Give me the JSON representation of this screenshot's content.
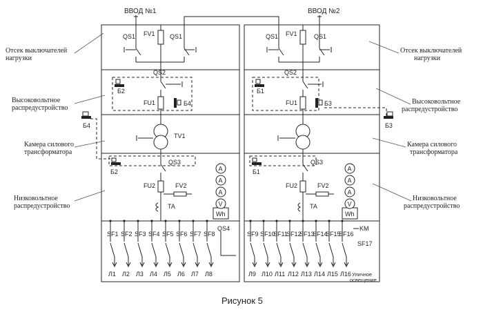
{
  "caption": "Рисунок 5",
  "inputs": [
    "ВВОД №1",
    "ВВОД №2"
  ],
  "left_annotations": [
    {
      "line1": "Отсек выключателей",
      "line2": "нагрузки"
    },
    {
      "line1": "Высоковольтное",
      "line2": "распредустройство"
    },
    {
      "line1": "Камера силового",
      "line2": "трансформатора"
    },
    {
      "line1": "Низковольтное",
      "line2": "распредустройство"
    }
  ],
  "right_annotations": [
    {
      "line1": "Отсек выключателей",
      "line2": "нагрузки"
    },
    {
      "line1": "Высоковольтное",
      "line2": "распредустройство"
    },
    {
      "line1": "Камера силового",
      "line2": "трансформатора"
    },
    {
      "line1": "Низковольтное",
      "line2": "распредустройство"
    }
  ],
  "labels": {
    "qs1": "QS1",
    "qs2": "QS2",
    "qs3": "QS3",
    "qs4": "QS4",
    "fv1": "FV1",
    "fv2": "FV2",
    "fu1": "FU1",
    "fu2": "FU2",
    "tv1": "TV1",
    "ta": "TA",
    "wh": "Wh",
    "km": "KM",
    "sf17": "SF17",
    "b1": "Б1",
    "b2": "Б2",
    "b3": "Б3",
    "b4": "Б4"
  },
  "meters": [
    "A",
    "A",
    "A",
    "V"
  ],
  "breakers_left": [
    "SF1",
    "SF2",
    "SF3",
    "SF4",
    "SF5",
    "SF6",
    "SF7",
    "SF8"
  ],
  "lines_left": [
    "Л1",
    "Л2",
    "Л3",
    "Л4",
    "Л5",
    "Л6",
    "Л7",
    "Л8"
  ],
  "breakers_right": [
    "SF9",
    "SF10",
    "SF11",
    "SF12",
    "SF13",
    "SF14",
    "SF15",
    "SF16"
  ],
  "lines_right": [
    "Л9",
    "Л10",
    "Л11",
    "Л12",
    "Л13",
    "Л14",
    "Л15",
    "Л16"
  ],
  "street_lighting": {
    "line1": "Уличное",
    "line2": "освещение"
  }
}
